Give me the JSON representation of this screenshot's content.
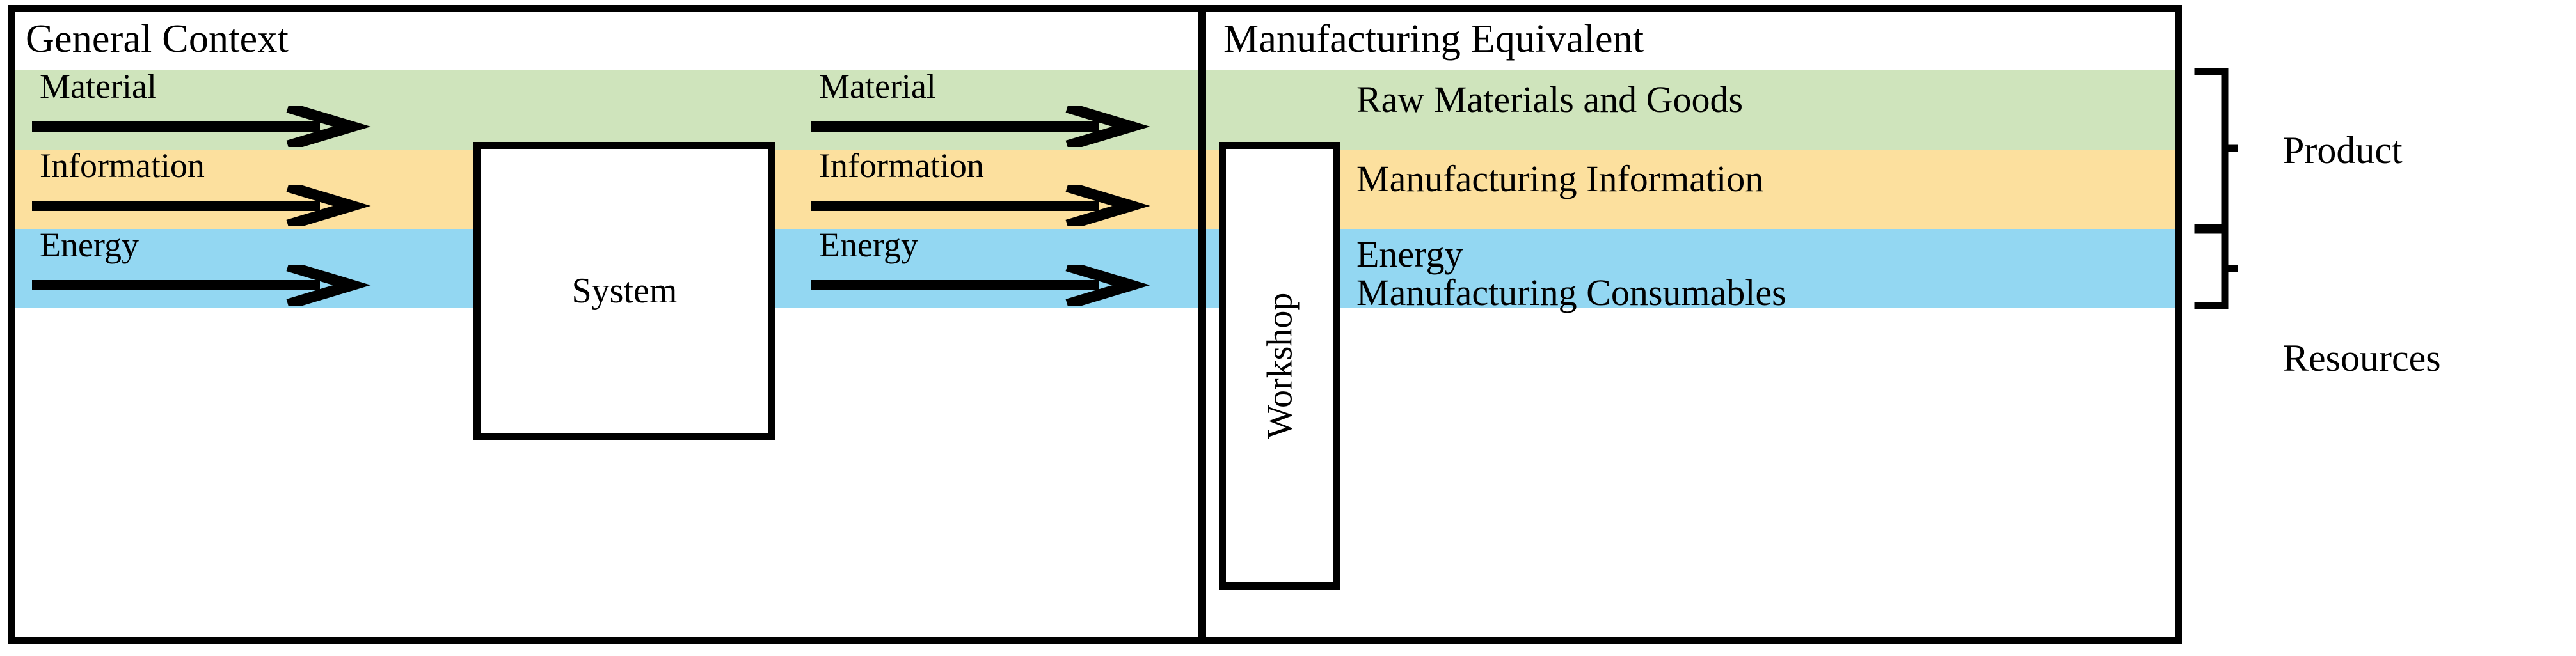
{
  "diagram": {
    "panels": {
      "left": {
        "title": "General Context",
        "system_label": "System",
        "inputs": [
          {
            "label": "Material",
            "band_color": "#cfe4bc",
            "arrow_icon": "arrow-right-icon"
          },
          {
            "label": "Information",
            "band_color": "#fce09e",
            "arrow_icon": "arrow-right-icon"
          },
          {
            "label": "Energy",
            "band_color": "#93d7f2",
            "arrow_icon": "arrow-right-icon"
          }
        ],
        "outputs": [
          {
            "label": "Material",
            "band_color": "#cfe4bc",
            "arrow_icon": "arrow-right-icon"
          },
          {
            "label": "Information",
            "band_color": "#fce09e",
            "arrow_icon": "arrow-right-icon"
          },
          {
            "label": "Energy",
            "band_color": "#93d7f2",
            "arrow_icon": "arrow-right-icon"
          }
        ]
      },
      "right": {
        "title": "Manufacturing Equivalent",
        "workshop_label": "Workshop",
        "rows": [
          {
            "text": "Raw Materials and Goods",
            "text_line2": "",
            "band_color": "#cfe4bc"
          },
          {
            "text": "Manufacturing Information",
            "text_line2": "",
            "band_color": "#fce09e"
          },
          {
            "text": "Energy",
            "text_line2": "Manufacturing Consumables",
            "band_color": "#93d7f2"
          }
        ]
      }
    },
    "groupings": [
      {
        "label": "Product",
        "covers": "Raw Materials and Goods + Manufacturing Information"
      },
      {
        "label": "Resources",
        "covers": "Energy + Manufacturing Consumables"
      }
    ],
    "colors": {
      "material_green": "#cfe4bc",
      "information_yellow": "#fce09e",
      "energy_blue": "#93d7f2",
      "line_black": "#000000",
      "background_white": "#ffffff"
    }
  }
}
